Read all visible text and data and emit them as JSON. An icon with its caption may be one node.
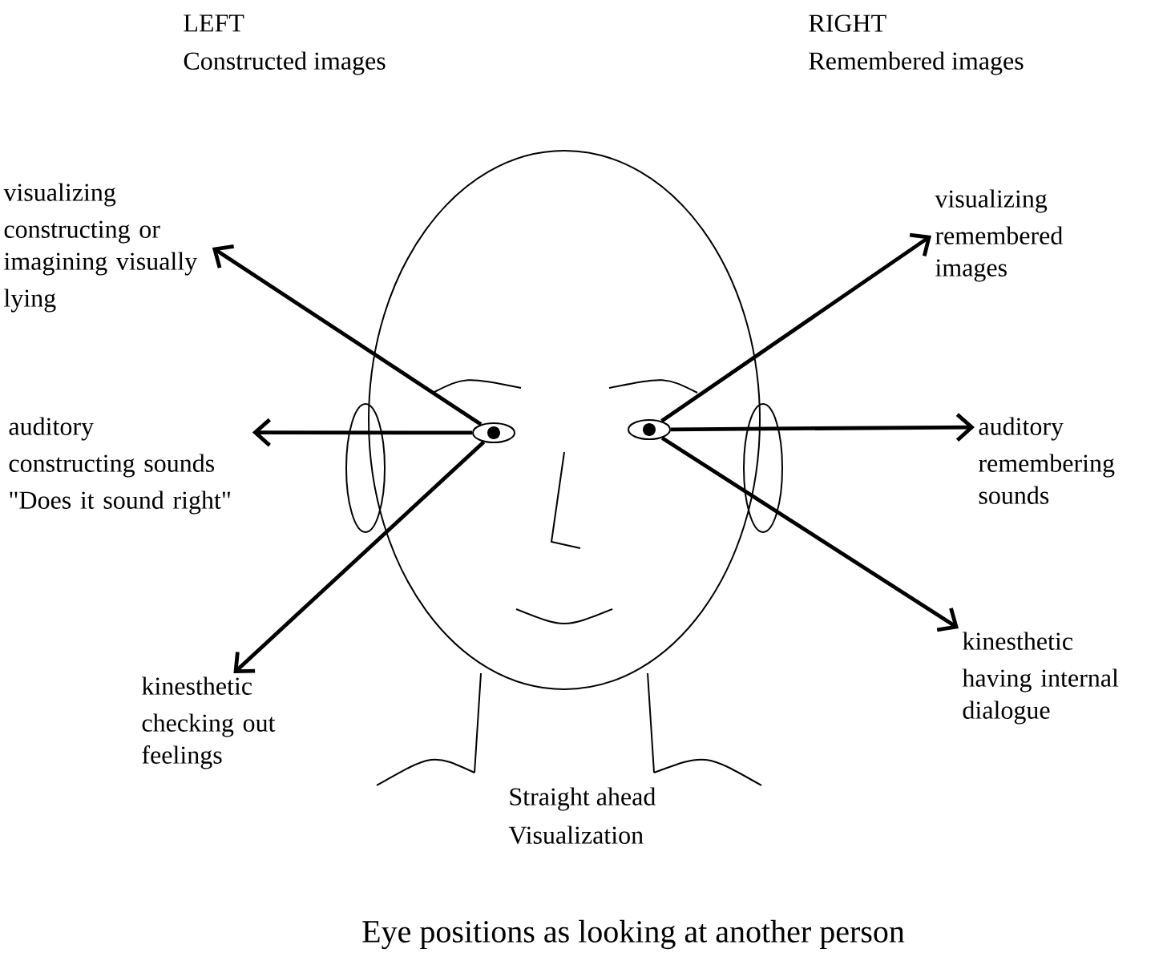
{
  "diagram": {
    "caption": "Eye positions as looking at another person",
    "nodes": [
      {
        "text": [],
        "shape": "eye"
      },
      {
        "text": [],
        "shape": "eye"
      },
      {
        "text": [
          "visualizing",
          "constructing or imagining visually",
          "lying"
        ]
      },
      {
        "text": [
          "auditory",
          "constructing sounds",
          "\"Does it sound right\""
        ]
      },
      {
        "text": [
          "kinesthetic",
          "checking out feelings"
        ]
      },
      {
        "text": [
          "visualizing",
          "remembered images"
        ]
      },
      {
        "text": [
          "auditory",
          "remembering sounds"
        ]
      },
      {
        "text": [
          "kinesthetic",
          "having internal dialogue"
        ]
      }
    ],
    "edges": [
      {
        "from": 0,
        "to": 2,
        "arrow": "to"
      },
      {
        "from": 0,
        "to": 3,
        "arrow": "to"
      },
      {
        "from": 0,
        "to": 4,
        "arrow": "to"
      },
      {
        "from": 1,
        "to": 5,
        "arrow": "to"
      },
      {
        "from": 1,
        "to": 6,
        "arrow": "to"
      },
      {
        "from": 1,
        "to": 7,
        "arrow": "to"
      }
    ],
    "labels": [
      "LEFT",
      "Constructed images",
      "RIGHT",
      "Remembered images",
      "Straight ahead",
      "Visualization"
    ]
  }
}
